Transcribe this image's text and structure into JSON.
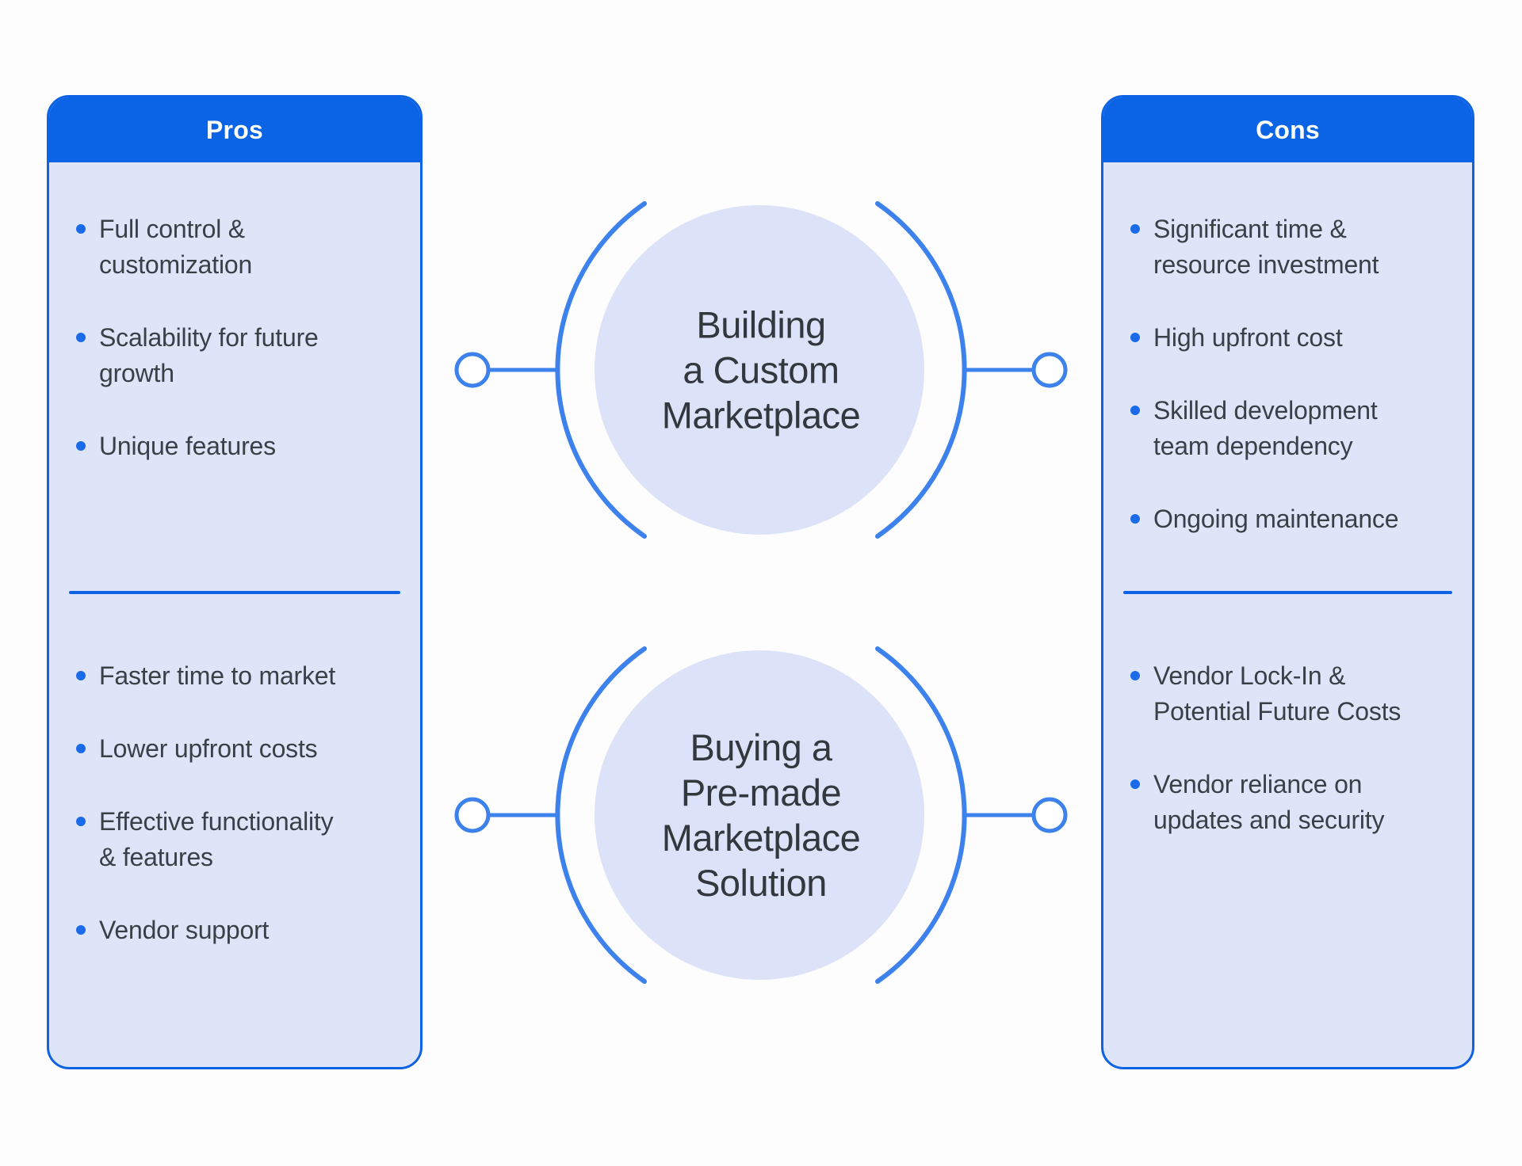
{
  "colors": {
    "header_blue": "#0b63e6",
    "border_blue": "#0e62e4",
    "arc_blue": "#3d82ec",
    "panel_body": "#dee5f8",
    "circle_fill": "#dce3f8",
    "text_dark": "#3a4047",
    "title_dark": "#33383e",
    "bullet_blue": "#1b6ae8",
    "header_text": "#ffffff",
    "page_bg": "#fdfdfd"
  },
  "pros_panel": {
    "title": "Pros",
    "section_top": [
      "Full control &\ncustomization",
      "Scalability for future\ngrowth",
      "Unique features"
    ],
    "section_bottom": [
      "Faster time to market",
      "Lower upfront costs",
      "Effective functionality\n& features",
      "Vendor support"
    ]
  },
  "cons_panel": {
    "title": "Cons",
    "section_top": [
      "Significant time &\nresource investment",
      "High upfront cost",
      "Skilled development\nteam dependency",
      "Ongoing maintenance"
    ],
    "section_bottom": [
      "Vendor Lock-In &\nPotential Future Costs",
      "Vendor reliance on\nupdates and security"
    ]
  },
  "nodes": [
    {
      "lines": [
        "Building",
        "a Custom",
        "Marketplace"
      ]
    },
    {
      "lines": [
        "Buying a",
        "Pre-made",
        "Marketplace",
        "Solution"
      ]
    }
  ]
}
